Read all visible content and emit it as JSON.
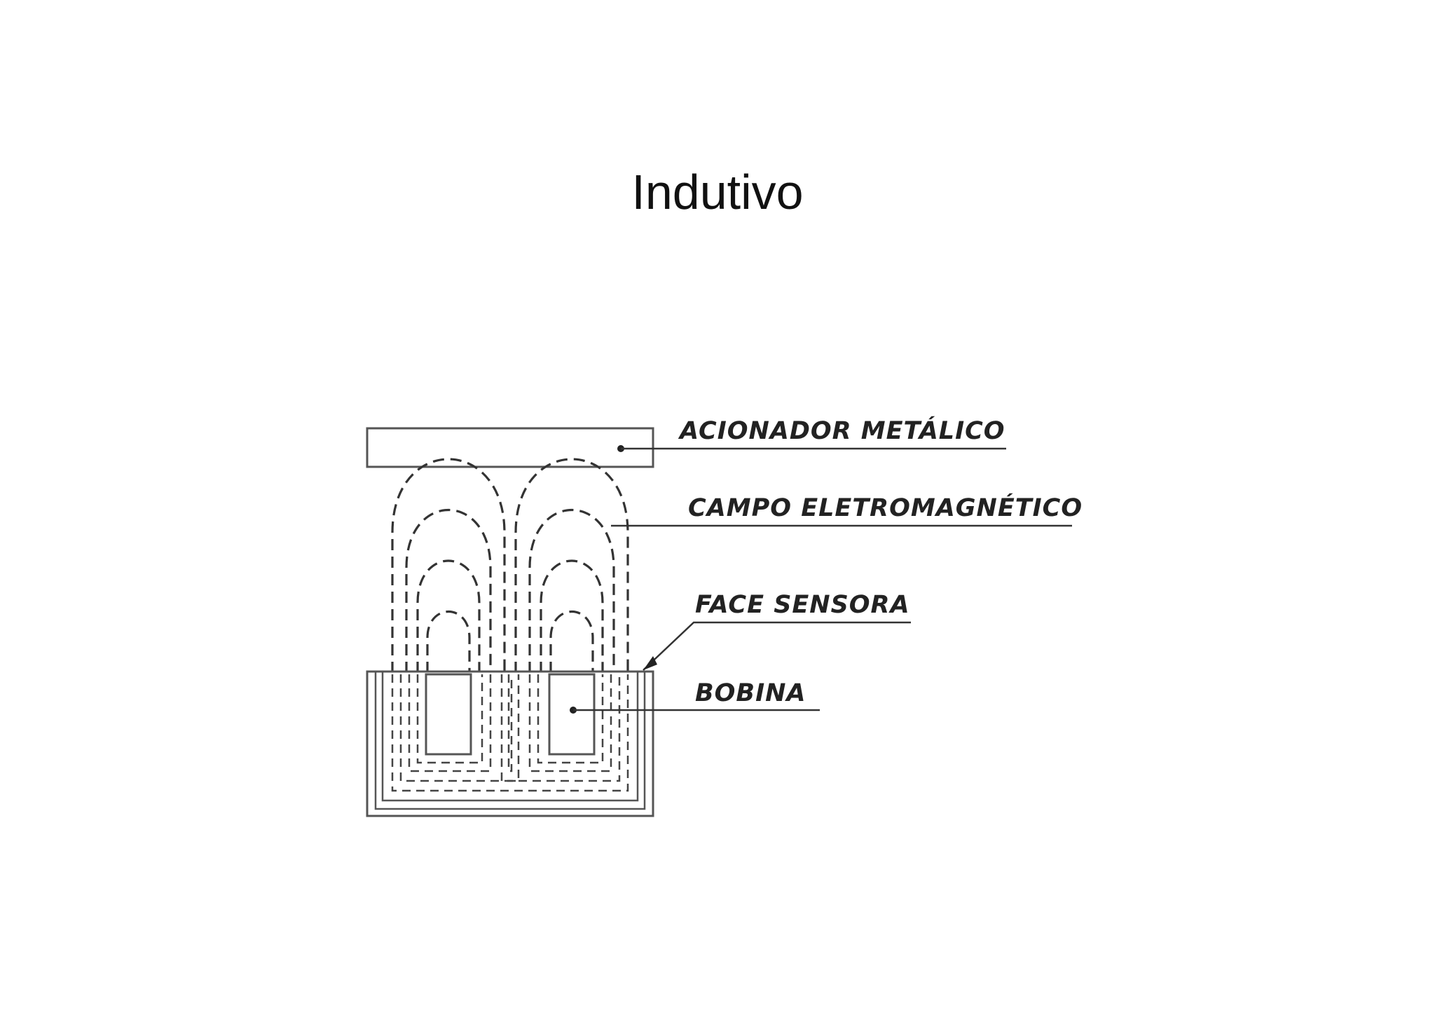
{
  "slide": {
    "title": "Indutivo"
  },
  "diagram": {
    "labels": {
      "actuator": "ACIONADOR METÁLICO",
      "field": "CAMPO ELETROMAGNÉTICO",
      "sensor_face": "FACE SENSORA",
      "coil": "BOBINA"
    }
  }
}
